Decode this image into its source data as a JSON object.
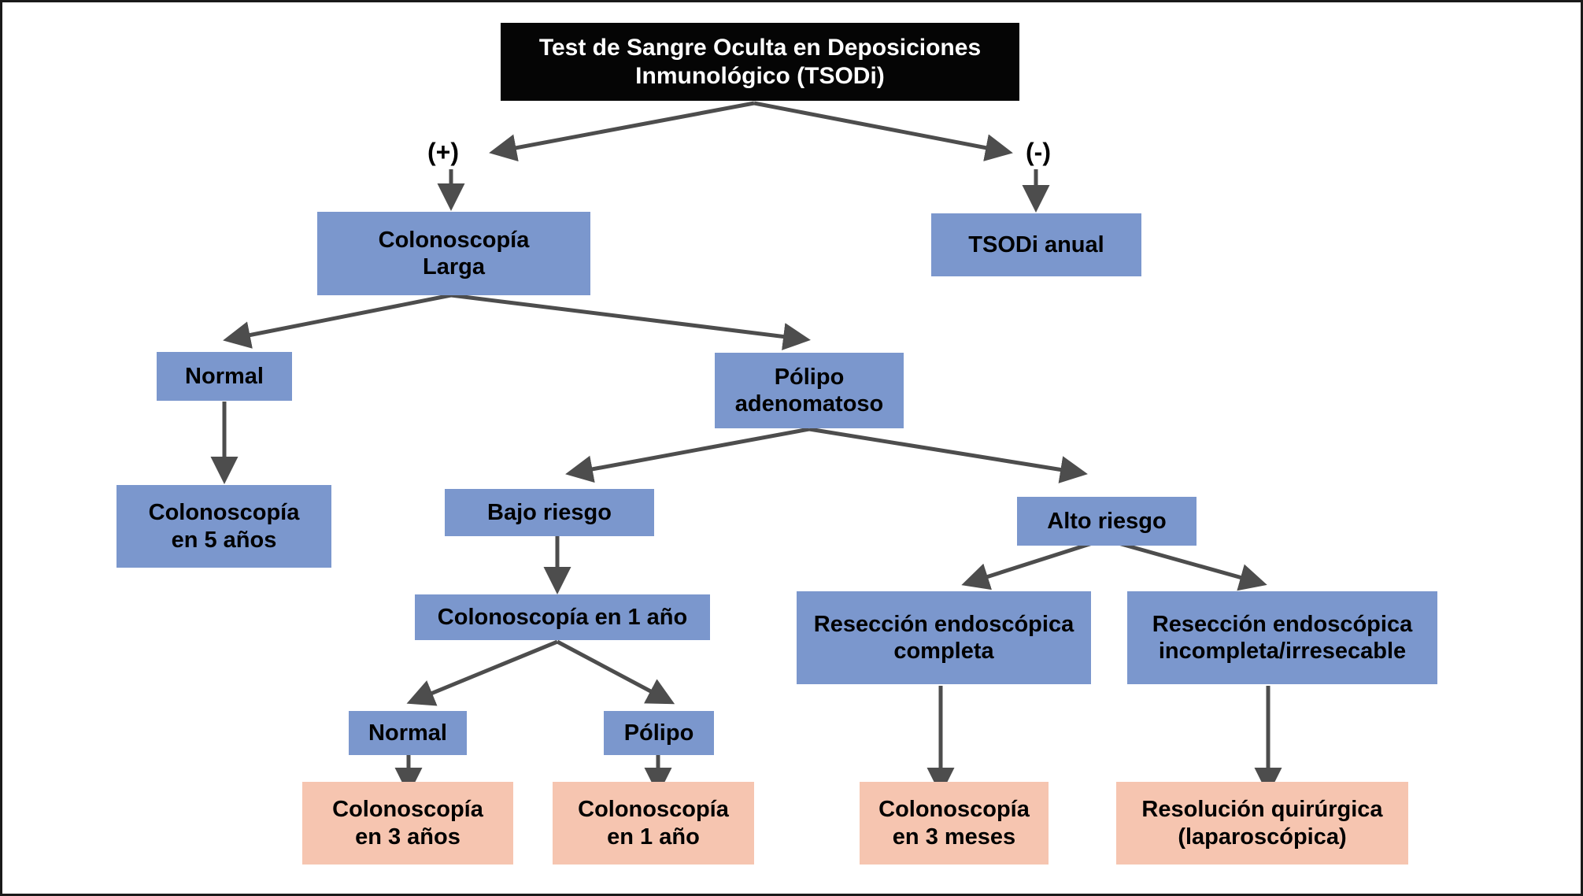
{
  "diagram": {
    "title_box": {
      "text": "Test de Sangre Oculta en Deposiciones\nInmunológico (TSODi)"
    },
    "edge_labels": {
      "positive": "(+)",
      "negative": "(-)"
    },
    "nodes": {
      "colonoscopia_larga": "Colonoscopía\nLarga",
      "tsodi_anual": "TSODi anual",
      "normal_l3": "Normal",
      "polipo_adenomatoso": "Pólipo\nadenomatoso",
      "colonoscopia_5_anos": "Colonoscopía\nen 5 años",
      "bajo_riesgo": "Bajo riesgo",
      "alto_riesgo": "Alto riesgo",
      "colonoscopia_1_ano": "Colonoscopía en 1 año",
      "reseccion_completa": "Resección endoscópica\ncompleta",
      "reseccion_incompleta": "Resección endoscópica\nincompleta/irresecable",
      "normal_l6": "Normal",
      "polipo_l6": "Pólipo",
      "colonoscopia_3_anos": "Colonoscopía\nen 3 años",
      "colonoscopia_1_ano_leaf": "Colonoscopía\nen 1 año",
      "colonoscopia_3_meses": "Colonoscopía\nen 3 meses",
      "resolucion_quirurgica": "Resolución quirúrgica\n(laparoscópica)"
    },
    "colors": {
      "title_background": "#050505",
      "title_text": "#ffffff",
      "decision_node": "#7b97cd",
      "outcome_node": "#f6c5b0",
      "connector": "#4d4d4d",
      "frame_border": "#1a1a1a",
      "canvas": "#ffffff"
    }
  }
}
